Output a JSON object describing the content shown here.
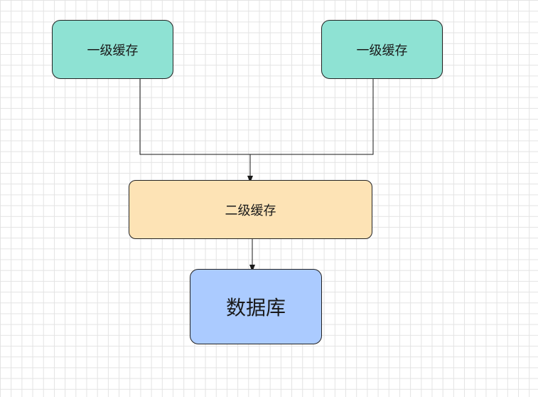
{
  "diagram": {
    "nodes": [
      {
        "id": "l1-left",
        "label": "一级缓存",
        "fill": "#8ee2d3"
      },
      {
        "id": "l1-right",
        "label": "一级缓存",
        "fill": "#8ee2d3"
      },
      {
        "id": "l2",
        "label": "二级缓存",
        "fill": "#fde3b5"
      },
      {
        "id": "db",
        "label": "数据库",
        "fill": "#abcbff"
      }
    ],
    "edges": [
      {
        "from": "l1-left",
        "to": "l2"
      },
      {
        "from": "l1-right",
        "to": "l2"
      },
      {
        "from": "l2",
        "to": "db"
      }
    ],
    "colors": {
      "grid": "#e3e3e3",
      "stroke": "#1a1a1a",
      "background": "#ffffff"
    }
  }
}
